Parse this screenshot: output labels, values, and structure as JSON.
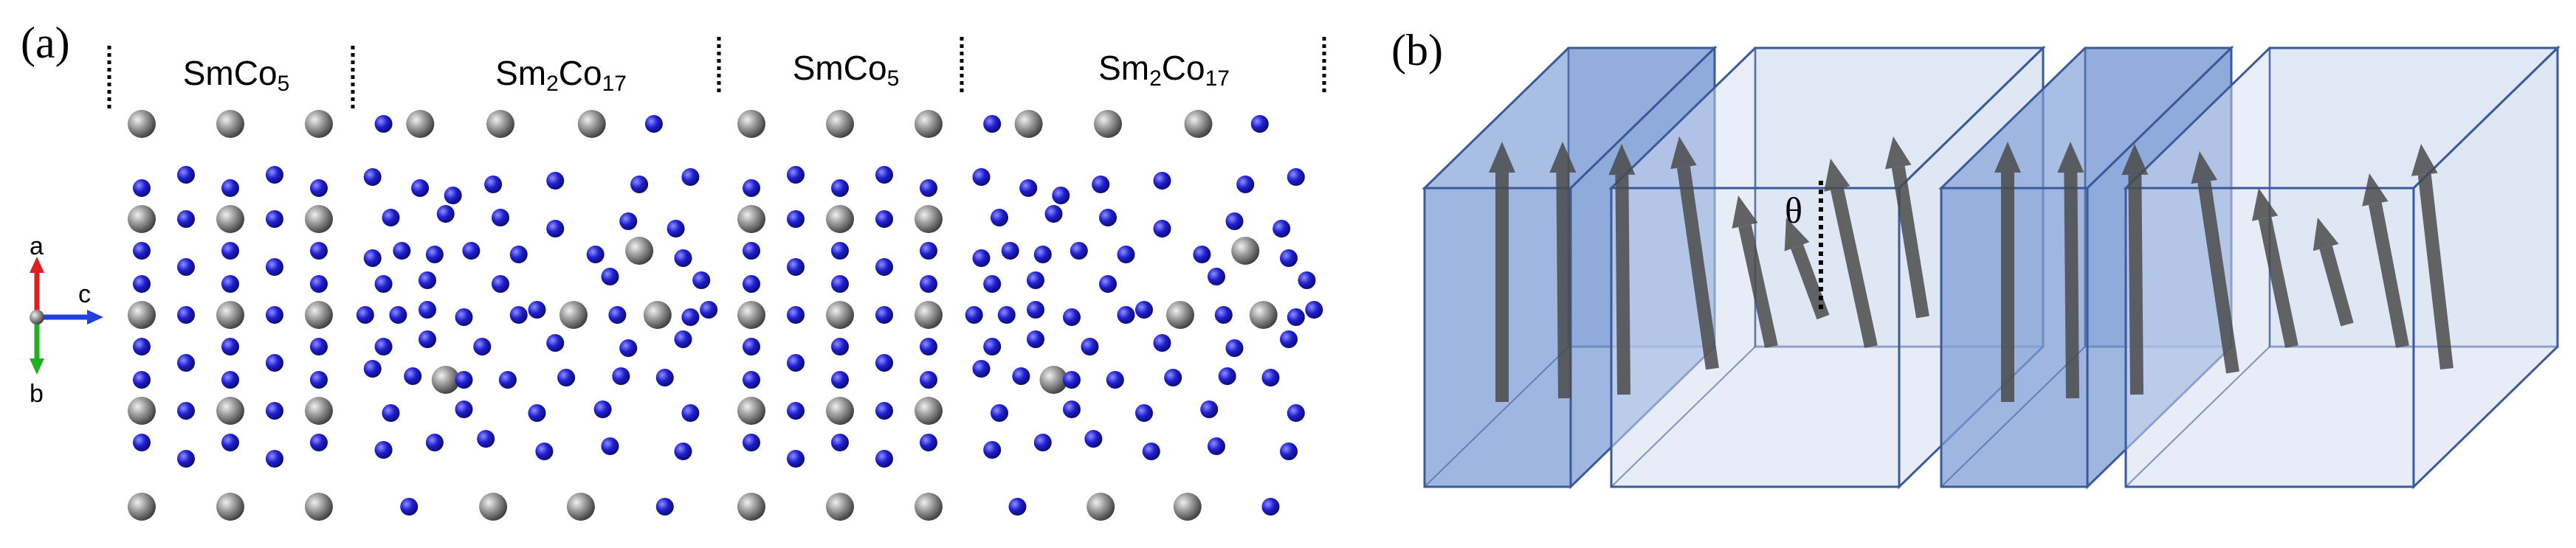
{
  "panel_a": {
    "label": "(a)",
    "phases": [
      {
        "formula": "SmCo",
        "sub": "5"
      },
      {
        "formula": "Sm",
        "sub": "2",
        "formula2": "Co",
        "sub2": "17"
      },
      {
        "formula": "SmCo",
        "sub": "5"
      },
      {
        "formula": "Sm",
        "sub": "2",
        "formula2": "Co",
        "sub2": "17"
      }
    ],
    "axes": {
      "a": "a",
      "b": "b",
      "c": "c"
    },
    "colors": {
      "sm_atom": "#8a8a8a",
      "co_atom": "#1f1fd0",
      "axis_a": "#e02020",
      "axis_b": "#20b020",
      "axis_c": "#2040e0"
    }
  },
  "panel_b": {
    "label": "(b)",
    "theta": "θ",
    "colors": {
      "hard_phase": "#7f9fd6",
      "soft_phase": "#d3dcf0",
      "edge": "#3a5a9a",
      "arrow": "#4a4a4a"
    }
  }
}
